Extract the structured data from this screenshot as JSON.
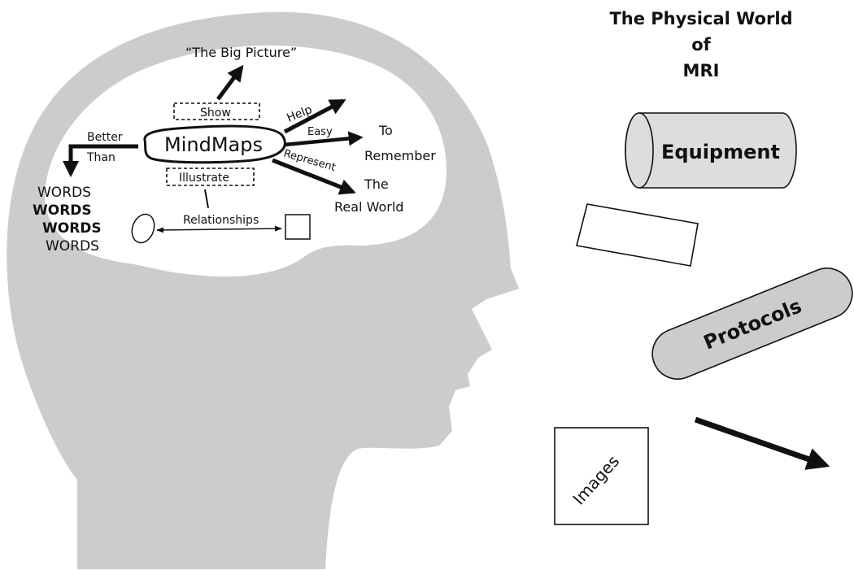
{
  "title": {
    "line1": "The Physical World",
    "line2": "of",
    "line3": "MRI"
  },
  "mindmap": {
    "center": "MindMaps",
    "big_picture": "“The Big Picture”",
    "show": "Show",
    "illustrate": "Illustrate",
    "relationships": "Relationships",
    "better": "Better",
    "than": "Than",
    "help": "Help",
    "easy": "Easy",
    "to": "To",
    "remember": "Remember",
    "represent": "Represent",
    "the": "The",
    "real_world": "Real World",
    "words": [
      "WORDS",
      "WORDS",
      "WORDS",
      "WORDS"
    ]
  },
  "shapes": {
    "equipment": "Equipment",
    "protocols": "Protocols",
    "images": "Images"
  },
  "colors": {
    "head": "#cccccc",
    "shape_fill": "#dddddd",
    "ink": "#111111"
  }
}
